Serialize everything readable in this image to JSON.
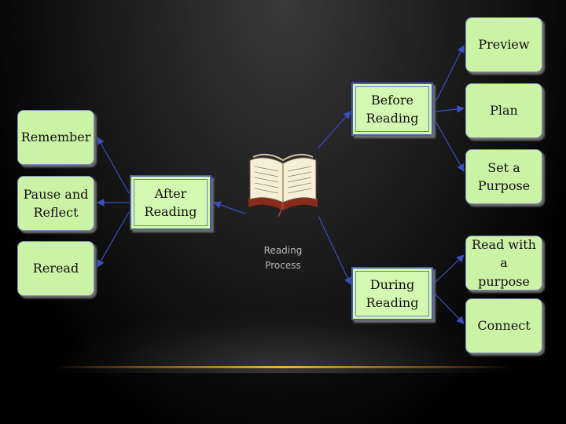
{
  "diagram": {
    "center": {
      "label_line1": "Reading",
      "label_line2": "Process",
      "icon": "open-book-icon"
    },
    "stages": {
      "before": "Before\nReading",
      "during": "During\nReading",
      "after": "After\nReading"
    },
    "before_steps": [
      "Preview",
      "Plan",
      "Set a\nPurpose"
    ],
    "during_steps": [
      "Read with a\npurpose",
      "Connect"
    ],
    "after_steps": [
      "Remember",
      "Pause and\nReflect",
      "Reread"
    ],
    "colors": {
      "step_fill": "#ccf2a6",
      "stage_fill": "#d4f7b2",
      "stage_border": "#4a5db0",
      "arrow": "#3b4fc0",
      "accent_line": "#f0b340"
    }
  }
}
